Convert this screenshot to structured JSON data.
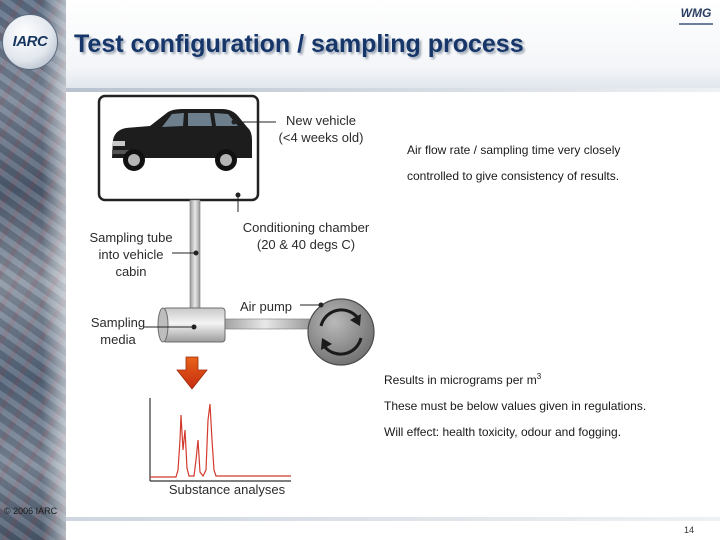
{
  "header": {
    "title": "Test configuration / sampling process",
    "left_logo_text": "IARC",
    "right_logo_text": "WMG"
  },
  "diagram": {
    "vehicle_label_line1": "New vehicle",
    "vehicle_label_line2": "(<4 weeks old)",
    "chamber_label_line1": "Conditioning chamber",
    "chamber_label_line2": "(20 & 40 degs C)",
    "tube_label_line1": "Sampling tube",
    "tube_label_line2": "into vehicle",
    "tube_label_line3": "cabin",
    "pump_label": "Air pump",
    "media_label_line1": "Sampling",
    "media_label_line2": "media",
    "analysis_label": "Substance analyses"
  },
  "notes": {
    "airflow_line1": "Air flow rate / sampling time very closely",
    "airflow_line2": "controlled to give consistency of results.",
    "results_prefix": "Results in micrograms per m",
    "results_superscript": "3",
    "regulations": "These must be below values given in regulations.",
    "effects": "Will effect: health toxicity, odour and fogging."
  },
  "footer": {
    "copyright": "© 2006 IARC",
    "page_number": "14"
  }
}
